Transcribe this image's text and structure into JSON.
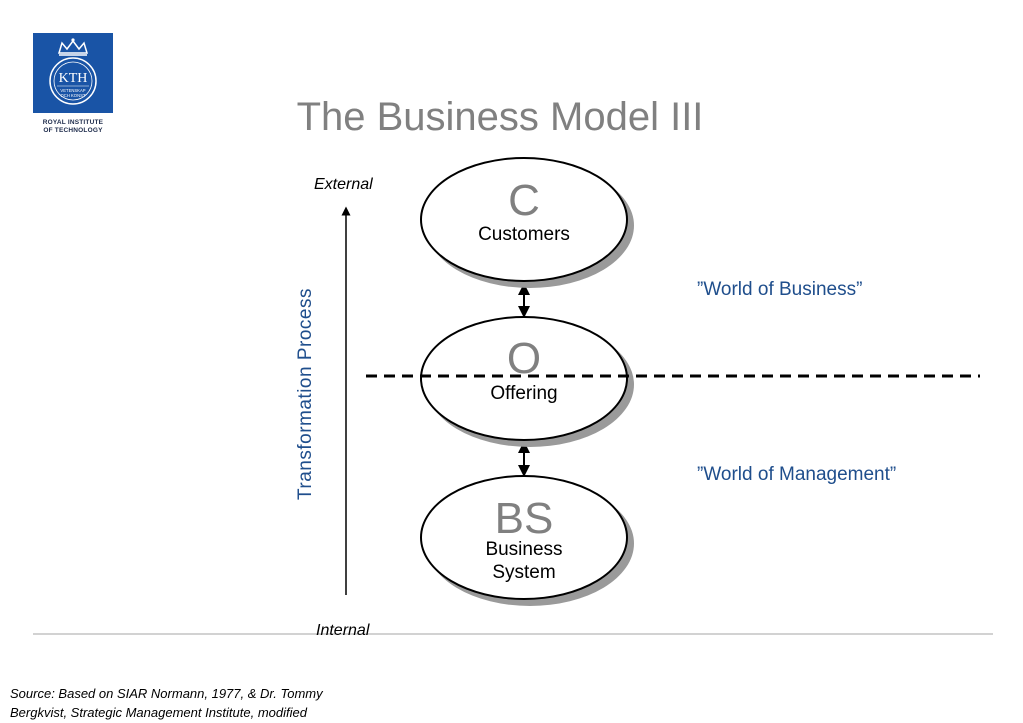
{
  "logo": {
    "mark_text": "KTH",
    "seal_line1": "VETENSKAP",
    "seal_line2": "OCH KONST",
    "caption_line1": "ROYAL INSTITUTE",
    "caption_line2": "OF TECHNOLOGY"
  },
  "title": "The Business Model III",
  "axis": {
    "top_label": "External",
    "bottom_label": "Internal",
    "vertical_label": "Transformation Process"
  },
  "nodes": [
    {
      "letter": "C",
      "label": "Customers"
    },
    {
      "letter": "O",
      "label": "Offering"
    },
    {
      "letter": "BS",
      "label_line1": "Business",
      "label_line2": "System"
    }
  ],
  "worlds": {
    "business": "”World of Business”",
    "management": "”World of Management”"
  },
  "source": {
    "line1": "Source:  Based on SIAR Normann, 1977, & Dr. Tommy",
    "line2": "Bergkvist, Strategic Management Institute, modified"
  },
  "colors": {
    "logo_blue": "#1954a6",
    "accent_text": "#1f4e8c",
    "title_gray": "#808080",
    "shadow": "#9a9a9a"
  }
}
